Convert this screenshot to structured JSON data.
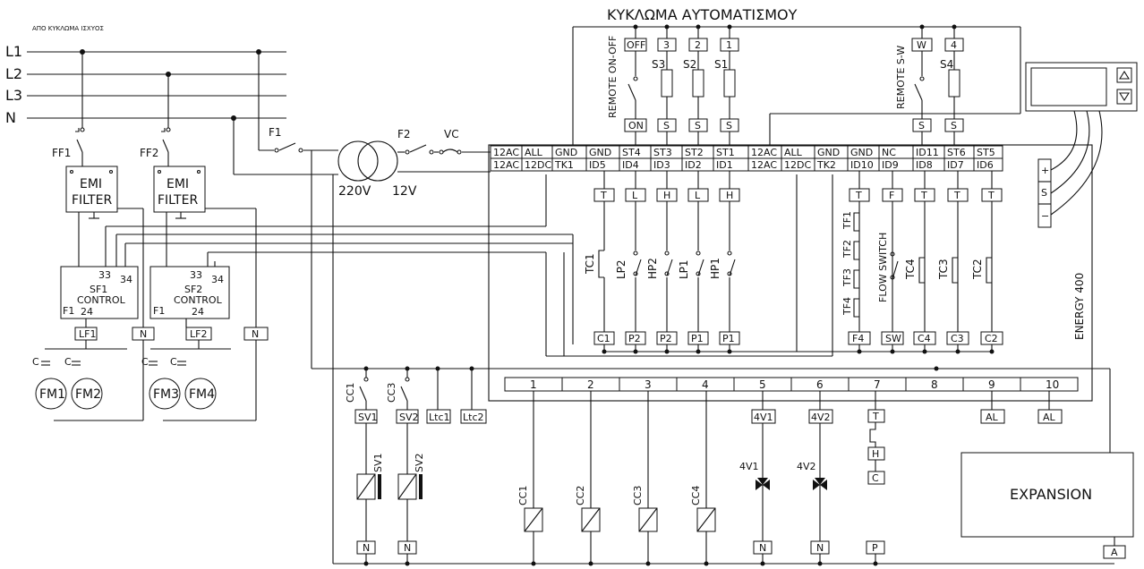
{
  "colors": {
    "ink": "#111111",
    "paper": "#ffffff"
  },
  "source_label": "ΑΠΟ ΚΥΚΛΩΜΑ ΙΣΧΥΟΣ",
  "title": "ΚΥΚΛΩΜΑ ΑΥΤΟΜΑΤΙΣΜΟΥ",
  "lines": [
    "L1",
    "L2",
    "L3",
    "N"
  ],
  "fuse_switches": [
    "FF1",
    "FF2"
  ],
  "emi": [
    "EMI",
    "FILTER"
  ],
  "control_blocks": [
    {
      "t33": "33",
      "t34": "34",
      "name": "SF1",
      "control": "CONTROL",
      "f": "F1",
      "n24": "24",
      "out": "LF1"
    },
    {
      "t33": "33",
      "t34": "34",
      "name": "SF2",
      "control": "CONTROL",
      "f": "F1",
      "n24": "24",
      "out": "LF2"
    }
  ],
  "n_label": "N",
  "fans": [
    "FM1",
    "FM2",
    "FM3",
    "FM4"
  ],
  "cap_label": "C",
  "fuses": [
    "F1",
    "F2"
  ],
  "vc": "VC",
  "transformer": {
    "primary": "220V",
    "secondary": "12V"
  },
  "remote": {
    "top": [
      "OFF",
      "3",
      "2",
      "1",
      "W",
      "4"
    ],
    "sensors": [
      "S3",
      "S2",
      "S1",
      "S4"
    ],
    "bottom": [
      "ON",
      "S",
      "S",
      "S",
      "S",
      "S"
    ],
    "onoff": "REMOTE ON-OFF",
    "sw": "REMOTE S-W"
  },
  "terminals_top": [
    "12AC",
    "ALL",
    "GND",
    "GND",
    "ST4",
    "ST3",
    "ST2",
    "ST1",
    "12AC",
    "ALL",
    "GND",
    "GND",
    "NC",
    "ID11",
    "ST6",
    "ST5"
  ],
  "terminals_bot": [
    "12AC",
    "12DC",
    "TK1",
    "ID5",
    "ID4",
    "ID3",
    "ID2",
    "ID1",
    "12AC",
    "12DC",
    "TK2",
    "ID10",
    "ID9",
    "ID8",
    "ID7",
    "ID6"
  ],
  "inputs_left": {
    "top": [
      "T",
      "L",
      "H",
      "L",
      "H"
    ],
    "switches": [
      "TC1",
      "LP2",
      "HP2",
      "LP1",
      "HP1"
    ],
    "bottom": [
      "C1",
      "P2",
      "P2",
      "P1",
      "P1"
    ]
  },
  "inputs_right": {
    "top": [
      "T",
      "F",
      "T",
      "T",
      "T"
    ],
    "thermals": [
      "TF1",
      "TF2",
      "TF3",
      "TF4"
    ],
    "flow": "FLOW SWITCH",
    "switches": [
      "TC4",
      "TC3",
      "TC2"
    ],
    "bottom": [
      "F4",
      "SW",
      "C4",
      "C3",
      "C2"
    ]
  },
  "energy": "ENERGY 400",
  "keypad": {
    "plus": "+",
    "s": "S",
    "minus": "−"
  },
  "relays": [
    "1",
    "2",
    "3",
    "4",
    "5",
    "6",
    "7",
    "8",
    "9",
    "10"
  ],
  "contactor_switches": [
    "CC1",
    "CC3"
  ],
  "lower_terms": [
    "SV1",
    "SV2",
    "Ltc1",
    "Ltc2"
  ],
  "valves": [
    "SV1",
    "SV2"
  ],
  "contactors": [
    "CC1",
    "CC2",
    "CC3",
    "CC4"
  ],
  "four_way": [
    "4V1",
    "4V2"
  ],
  "heater": {
    "t": "T",
    "h": "H",
    "c": "C"
  },
  "alarm": [
    "AL",
    "AL"
  ],
  "p_label": "P",
  "expansion": "EXPANSION",
  "a_label": "A"
}
